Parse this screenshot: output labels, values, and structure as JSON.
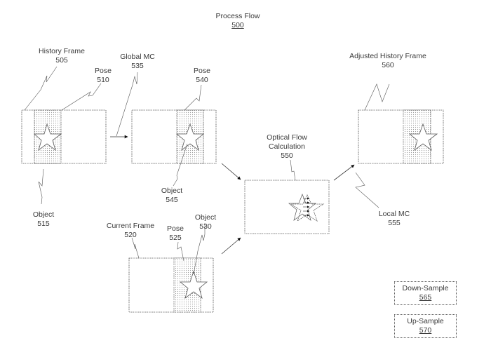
{
  "title": {
    "text": "Process Flow",
    "ref": "500"
  },
  "labels": {
    "history_frame": {
      "text": "History Frame",
      "ref": "505"
    },
    "pose_510": {
      "text": "Pose",
      "ref": "510"
    },
    "object_515": {
      "text": "Object",
      "ref": "515"
    },
    "current_frame": {
      "text": "Current Frame",
      "ref": "520"
    },
    "pose_525": {
      "text": "Pose",
      "ref": "525"
    },
    "object_530": {
      "text": "Object",
      "ref": "530"
    },
    "global_mc": {
      "text": "Global MC",
      "ref": "535"
    },
    "pose_540": {
      "text": "Pose",
      "ref": "540"
    },
    "object_545": {
      "text": "Object",
      "ref": "545"
    },
    "optical_flow": {
      "text_line1": "Optical Flow",
      "text_line2": "Calculation",
      "ref": "550"
    },
    "local_mc": {
      "text": "Local MC",
      "ref": "555"
    },
    "adjusted_history_frame": {
      "text": "Adjusted History Frame",
      "ref": "560"
    }
  },
  "legend": {
    "down_sample": {
      "text": "Down-Sample",
      "ref": "565"
    },
    "up_sample": {
      "text": "Up-Sample",
      "ref": "570"
    }
  }
}
